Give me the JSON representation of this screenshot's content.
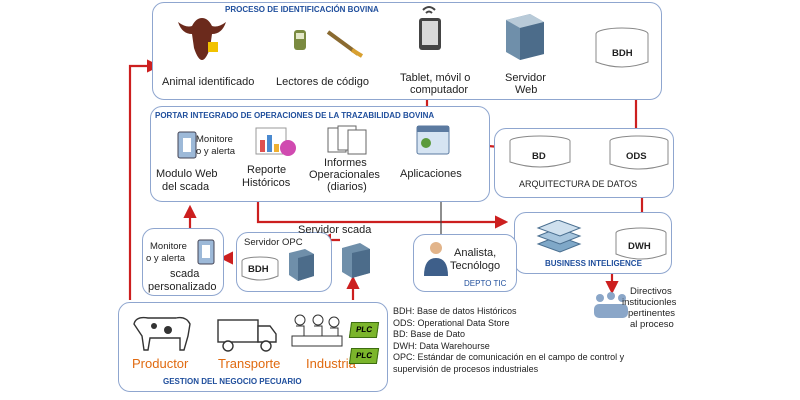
{
  "groups": {
    "proceso": "PROCESO DE IDENTIFICACIÓN BOVINA",
    "portar": "PORTAR  INTEGRADO DE OPERACIONES DE LA TRAZABILIDAD BOVINA",
    "arquitectura": "ARQUITECTURA DE DATOS",
    "business": "BUSINESS INTELIGENCE",
    "depto": "DEPTO TIC",
    "gestion": "GESTION DEL NEGOCIO PECUARIO"
  },
  "nodes": {
    "animal": "Animal identificado",
    "lectores": "Lectores de código",
    "tablet": [
      "Tablet, móvil o",
      "computador"
    ],
    "servidor_web": [
      "Servidor",
      "Web"
    ],
    "bdh_top": "BDH",
    "monitoreo_web": [
      "Monitore",
      "o y alerta"
    ],
    "modulo_web": [
      "Modulo Web",
      "del scada"
    ],
    "reporte": [
      "Reporte",
      "Históricos"
    ],
    "informes": [
      "Informes",
      "Operacionales",
      "(diarios)"
    ],
    "aplicaciones": "Aplicaciones",
    "bd": "BD",
    "ods": "ODS",
    "dwh": "DWH",
    "analista": [
      "Analista,",
      "Tecnólogo"
    ],
    "directivos": [
      "Directivos",
      "institucionles",
      "pertinentes",
      "al proceso"
    ],
    "servidor_scada": "Servidor scada",
    "servidor_opc": "Servidor OPC",
    "bdh_opc": "BDH",
    "monitoreo_scada": [
      "Monitore",
      "o y alerta"
    ],
    "scada_personalizado": [
      "scada",
      "personalizado"
    ],
    "productor": "Productor",
    "transporte": "Transporte",
    "industria": "Industria",
    "plc": "PLC"
  },
  "legend": [
    "BDH: Base de datos Históricos",
    "ODS: Operational Data Store",
    "BD: Base de Dato",
    "DWH: Data Warehourse",
    "OPC: Estándar de comunicación en el campo de control y",
    "supervisión  de procesos industriales"
  ],
  "colors": {
    "arrow": "#cc1f1f",
    "border": "#8fa6cf",
    "title": "#1f4e9c",
    "accent": "#e06a10",
    "plc": "#7bb52b"
  }
}
